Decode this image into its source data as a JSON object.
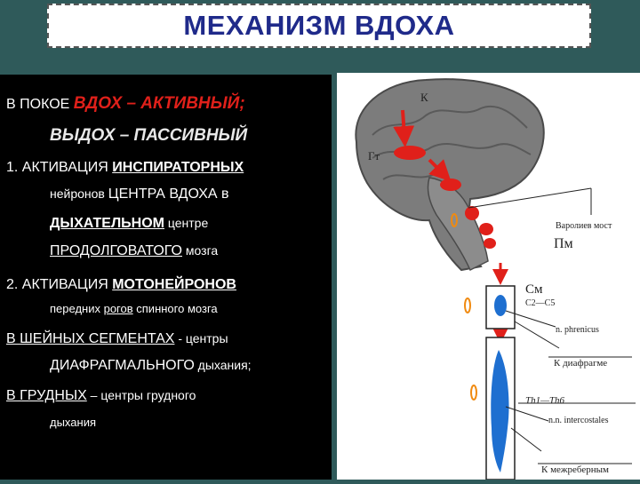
{
  "title": "МЕХАНИЗМ ВДОХА",
  "lines": {
    "l1_a": "В ПОКОЕ ",
    "l1_b": "ВДОХ – АКТИВНЫЙ;",
    "l2": "ВЫДОХ – ПАССИВНЫЙ",
    "l3_a": "1. АКТИВАЦИЯ ",
    "l3_b": "ИНСПИРАТОРНЫХ",
    "l4_a": "нейронов ",
    "l4_b": "ЦЕНТРА ВДОХА в",
    "l5_a": "ДЫХАТЕЛЬНОМ",
    "l5_b": " центре",
    "l6_a": "ПРОДОЛГОВАТОГО",
    "l6_b": " мозга",
    "l7_a": "2. АКТИВАЦИЯ ",
    "l7_b": "МОТОНЕЙРОНОВ",
    "l8_a": "передних ",
    "l8_b": "рогов",
    "l8_c": " спинного мозга",
    "l9_a": "В ШЕЙНЫХ СЕГМЕНТАХ",
    "l9_b": " - центры",
    "l10_a": "ДИАФРАГМАЛЬНОГО",
    "l10_b": " дыхания;",
    "l11_a": "В ГРУДНЫХ",
    "l11_b": " – центры грудного",
    "l12": "дыхания"
  },
  "figure": {
    "k": "К",
    "gt": "Гт",
    "varolievo": "Варолиев мост",
    "pm": "Пм",
    "sm": "См",
    "c2c5": "C2—C5",
    "phrenicus": "n. phrenicus",
    "k_diafragme": "К диафрагме",
    "th1th6": "Th1—Th6",
    "intercostales": "n.n. intercostales",
    "k_mezhrebernym": "К межреберным"
  },
  "colors": {
    "title": "#1f2a8a",
    "red": "#e0201a",
    "blue": "#1e6fd0",
    "orange": "#f08a10",
    "gray": "#8a8a8a"
  }
}
